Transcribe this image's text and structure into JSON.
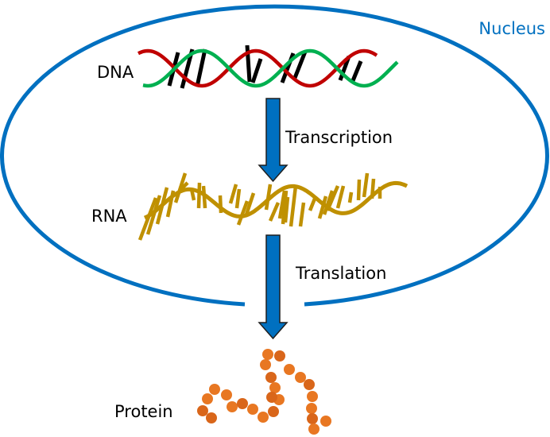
{
  "diagram": {
    "title": "Central dogma of molecular biology",
    "labels": {
      "nucleus": "Nucleus",
      "dna": "DNA",
      "rna": "RNA",
      "protein": "Protein",
      "transcription": "Transcription",
      "translation": "Translation"
    },
    "colors": {
      "nucleus_membrane": "#0070c0",
      "nucleus_label": "#0070c0",
      "arrow_fill": "#0070c0",
      "arrow_stroke": "#1f1f1f",
      "dna_strand_a": "#c00000",
      "dna_strand_b": "#00b050",
      "dna_base_pairs": "#000000",
      "rna": "#bf9000",
      "protein_beads": "#e87722"
    },
    "flow": [
      {
        "from": "DNA",
        "to": "RNA",
        "process": "Transcription"
      },
      {
        "from": "RNA",
        "to": "Protein",
        "process": "Translation"
      }
    ],
    "protein_bead_count": 25
  }
}
